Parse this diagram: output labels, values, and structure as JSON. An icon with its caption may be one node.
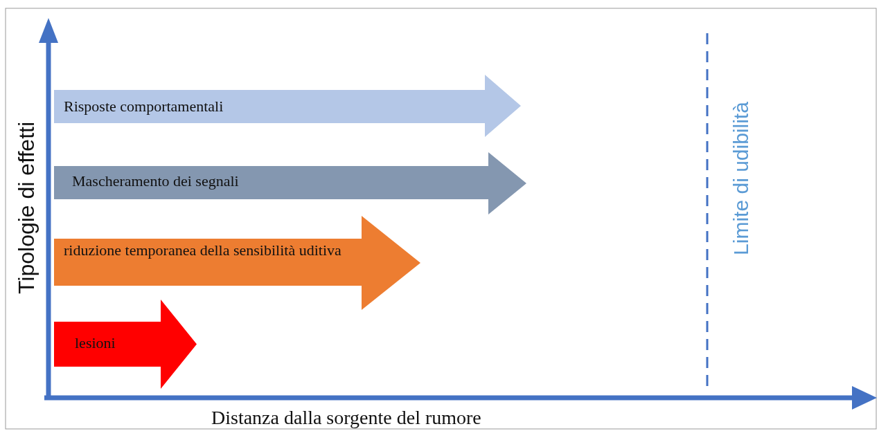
{
  "diagram": {
    "nodes": [
      {
        "text": [
          "Risposte comportamentali"
        ]
      },
      {
        "text": [
          "Mascheramento dei segnali"
        ]
      },
      {
        "text": [
          "riduzione temporanea della sensibilità uditiva"
        ]
      },
      {
        "text": [
          "lesioni"
        ]
      }
    ],
    "labels": [
      "Tipologie di effetti",
      "Limite di udibilità",
      "Distanza dalla sorgente del rumore"
    ]
  }
}
